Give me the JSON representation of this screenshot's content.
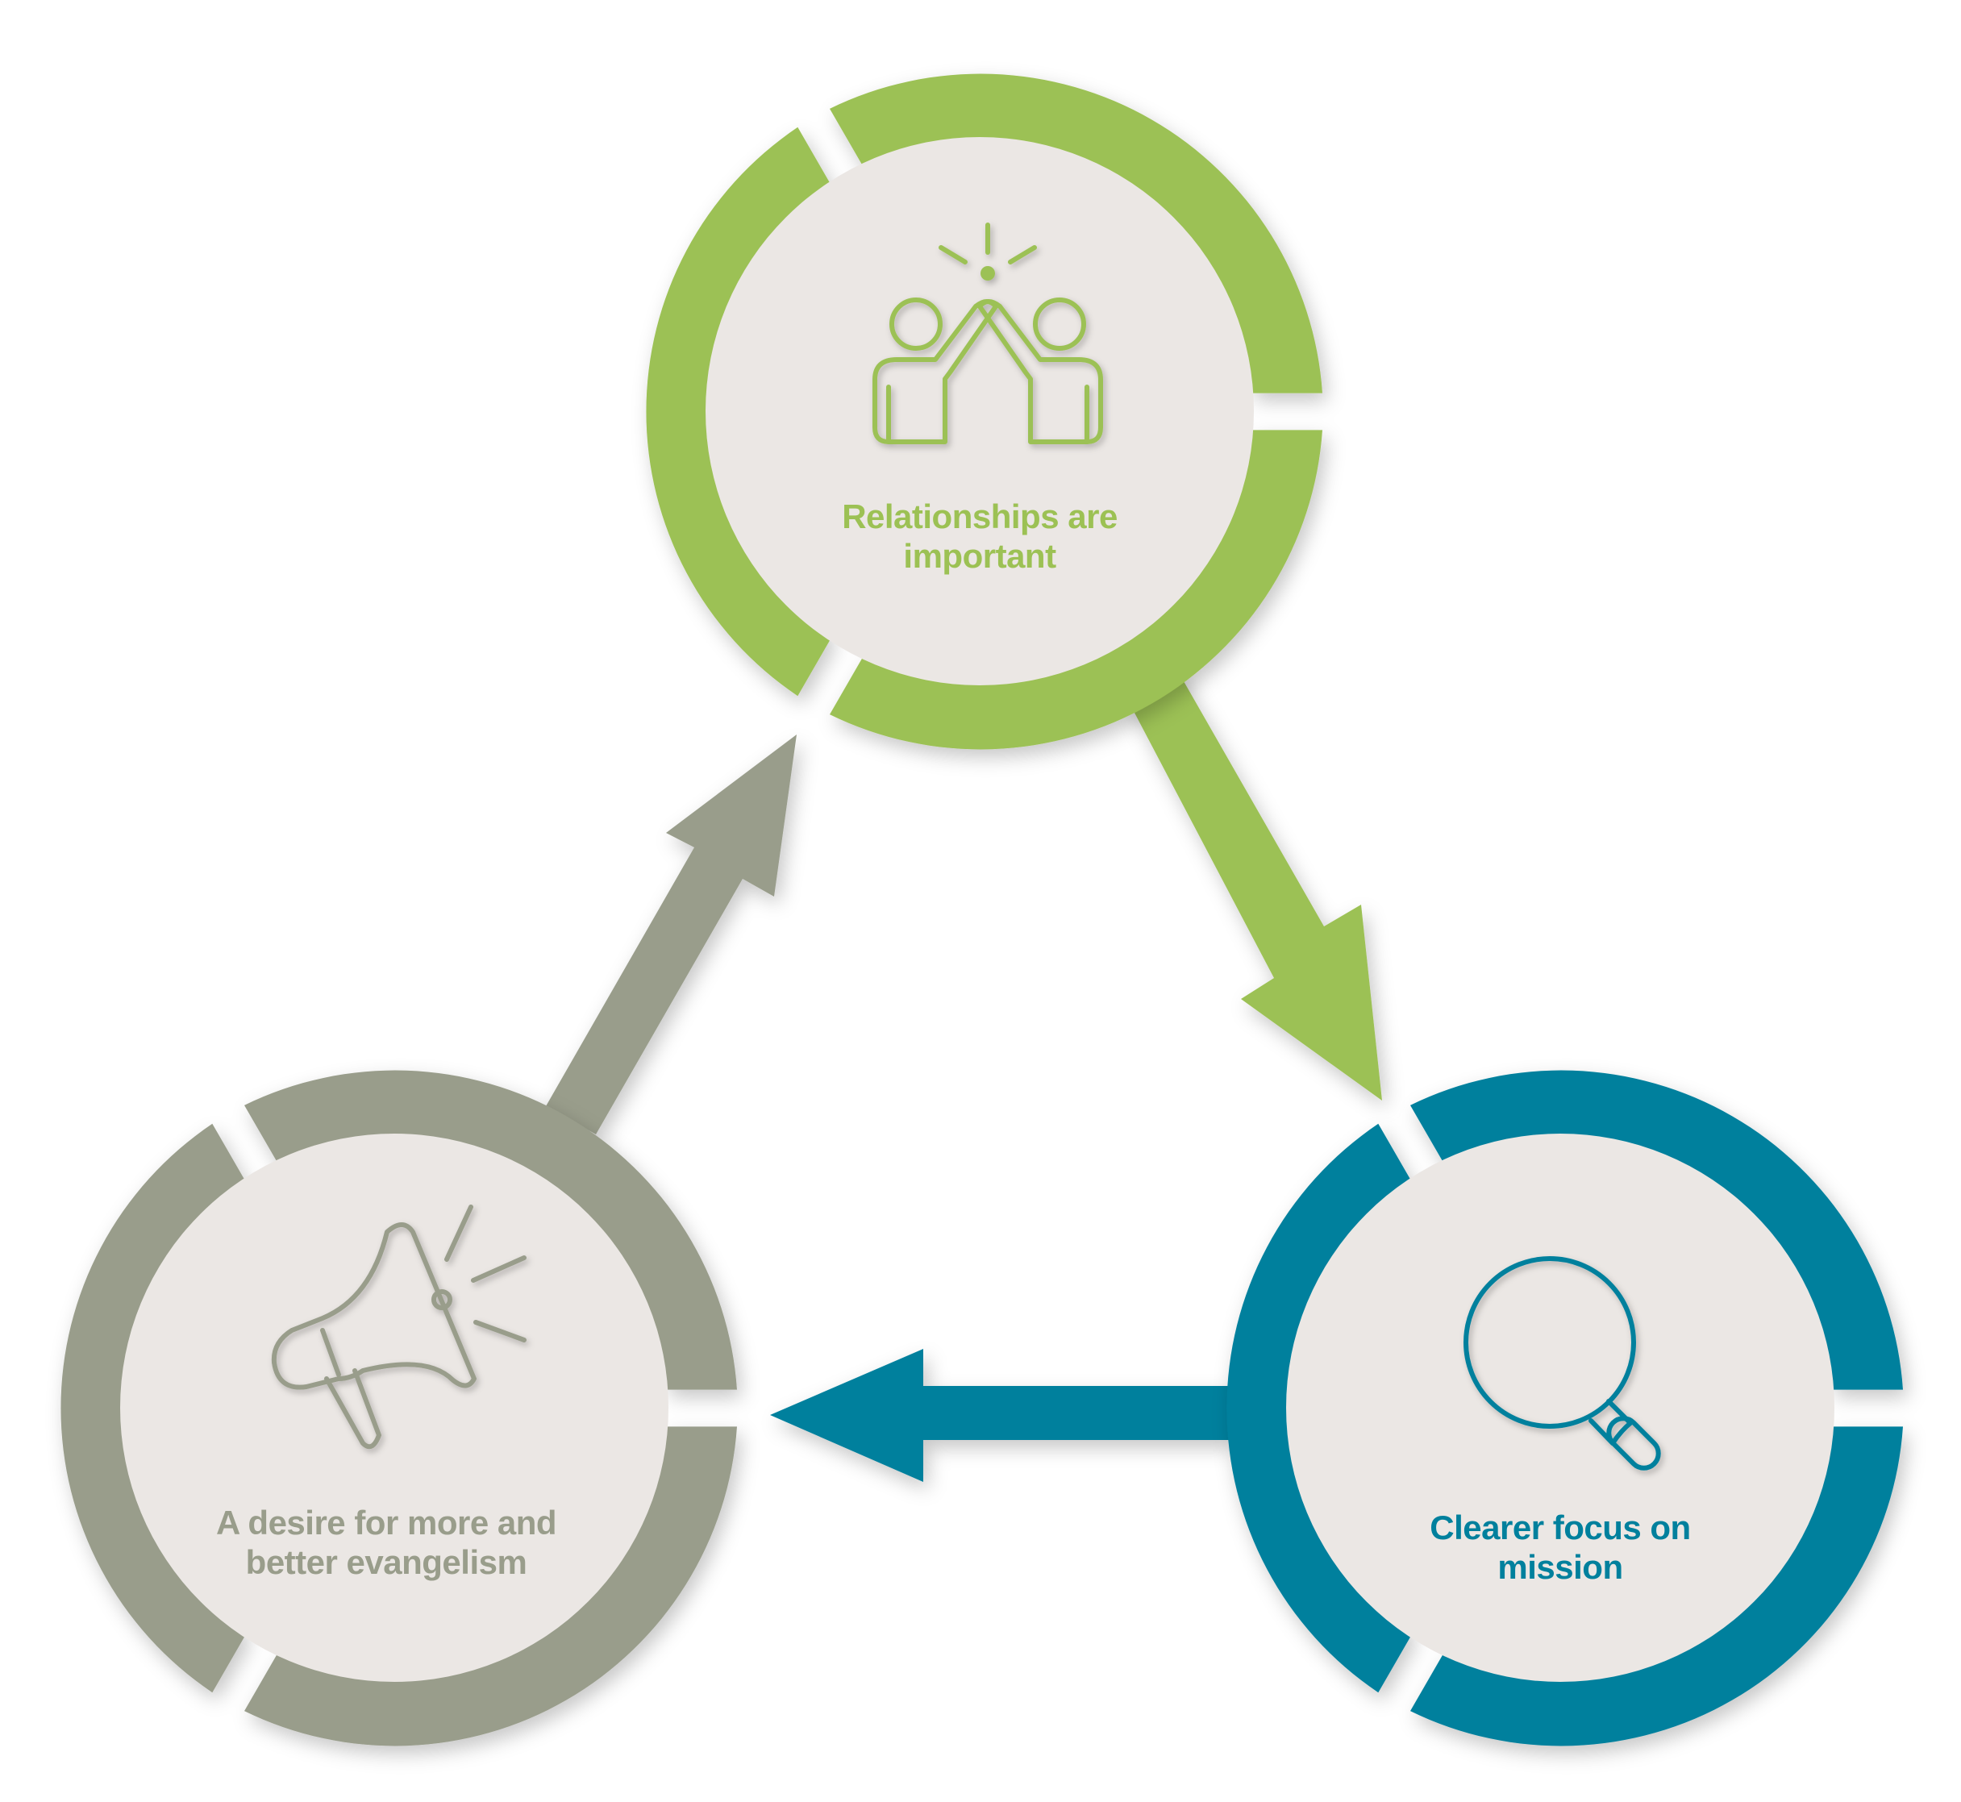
{
  "colors": {
    "green": "#9CC154",
    "teal": "#00809D",
    "gray": "#999D8B",
    "fill": "#EBE7E4",
    "background": "#FFFFFF"
  },
  "nodes": {
    "relationships": {
      "line1": "Relationships are",
      "line2": "important",
      "icon": "high-five-icon",
      "color": "#9CC154"
    },
    "mission": {
      "line1": "Clearer focus on",
      "line2": "mission",
      "icon": "magnifier-icon",
      "color": "#00809D"
    },
    "evangelism": {
      "line1": "A desire for more and",
      "line2": "better evangelism",
      "icon": "megaphone-icon",
      "color": "#999D8B"
    }
  },
  "flow": [
    "Relationships are important → Clearer focus on mission",
    "Clearer focus on mission → A desire for more and better evangelism",
    "A desire for more and better evangelism → Relationships are important"
  ]
}
